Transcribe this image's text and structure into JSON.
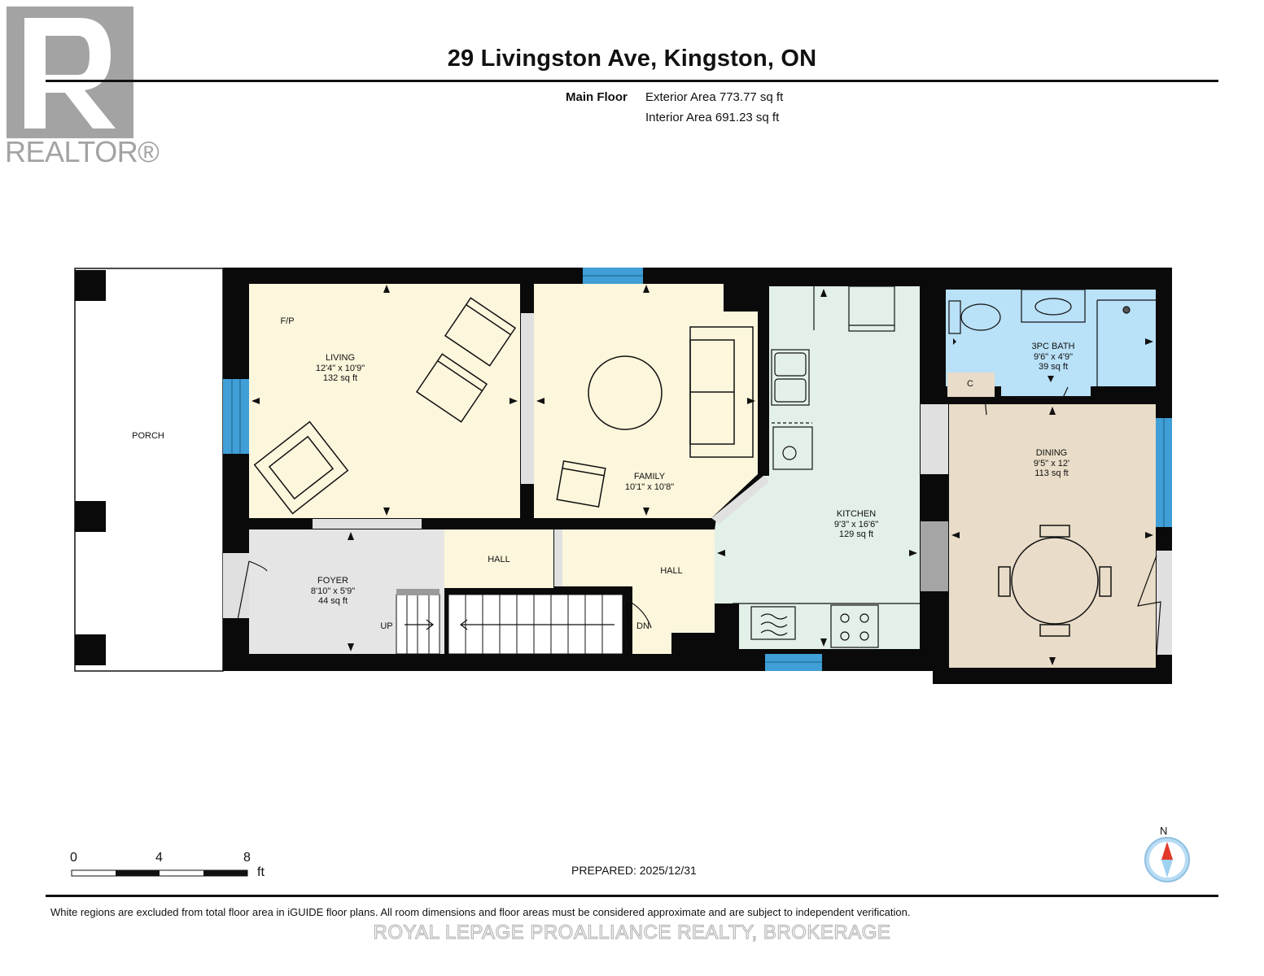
{
  "header": {
    "title": "29 Livingston Ave, Kingston, ON",
    "floor_name": "Main Floor",
    "exterior_area": "Exterior Area 773.77 sq ft",
    "interior_area": "Interior Area 691.23 sq ft"
  },
  "logo": {
    "text": "REALTOR®",
    "letter": "R"
  },
  "rooms": [
    {
      "id": "porch",
      "name": "PORCH",
      "dims": "",
      "area": ""
    },
    {
      "id": "living",
      "name": "LIVING",
      "dims": "12'4\" x 10'9\"",
      "area": "132 sq ft"
    },
    {
      "id": "family",
      "name": "FAMILY",
      "dims": "10'1\" x 10'8\"",
      "area": ""
    },
    {
      "id": "kitchen",
      "name": "KITCHEN",
      "dims": "9'3\" x 16'6\"",
      "area": "129 sq ft"
    },
    {
      "id": "bath",
      "name": "3PC BATH",
      "dims": "9'6\" x 4'9\"",
      "area": "39 sq ft"
    },
    {
      "id": "dining",
      "name": "DINING",
      "dims": "9'5\" x 12'",
      "area": "113 sq ft"
    },
    {
      "id": "foyer",
      "name": "FOYER",
      "dims": "8'10\" x 5'9\"",
      "area": "44 sq ft"
    },
    {
      "id": "hall1",
      "name": "HALL",
      "dims": "",
      "area": ""
    },
    {
      "id": "hall2",
      "name": "HALL",
      "dims": "",
      "area": ""
    }
  ],
  "fixture_labels": {
    "fireplace": "F/P",
    "closet": "C",
    "stairs_up": "UP",
    "stairs_down": "DN"
  },
  "scale": {
    "ticks": [
      "0",
      "4",
      "8"
    ],
    "unit": "ft"
  },
  "compass": {
    "north": "N"
  },
  "footer": {
    "prepared": "PREPARED: 2025/12/31",
    "disclaimer": "White regions are excluded from total floor area in iGUIDE floor plans. All room dimensions and floor areas must be considered approximate and are subject to independent verification.",
    "brokerage": "ROYAL LEPAGE PROALLIANCE REALTY, BROKERAGE"
  },
  "colors": {
    "wall": "#0a0a0a",
    "living": "#fcf6dc",
    "kitchen": "#e2f0e7",
    "bath": "#b9e1f8",
    "dining": "#e9dcc8",
    "foyer": "#e5e5e5",
    "window": "#3f9fd6",
    "opening": "#e0e0e0",
    "compass_red": "#e23a2a",
    "compass_blue": "#b8dcf4"
  }
}
